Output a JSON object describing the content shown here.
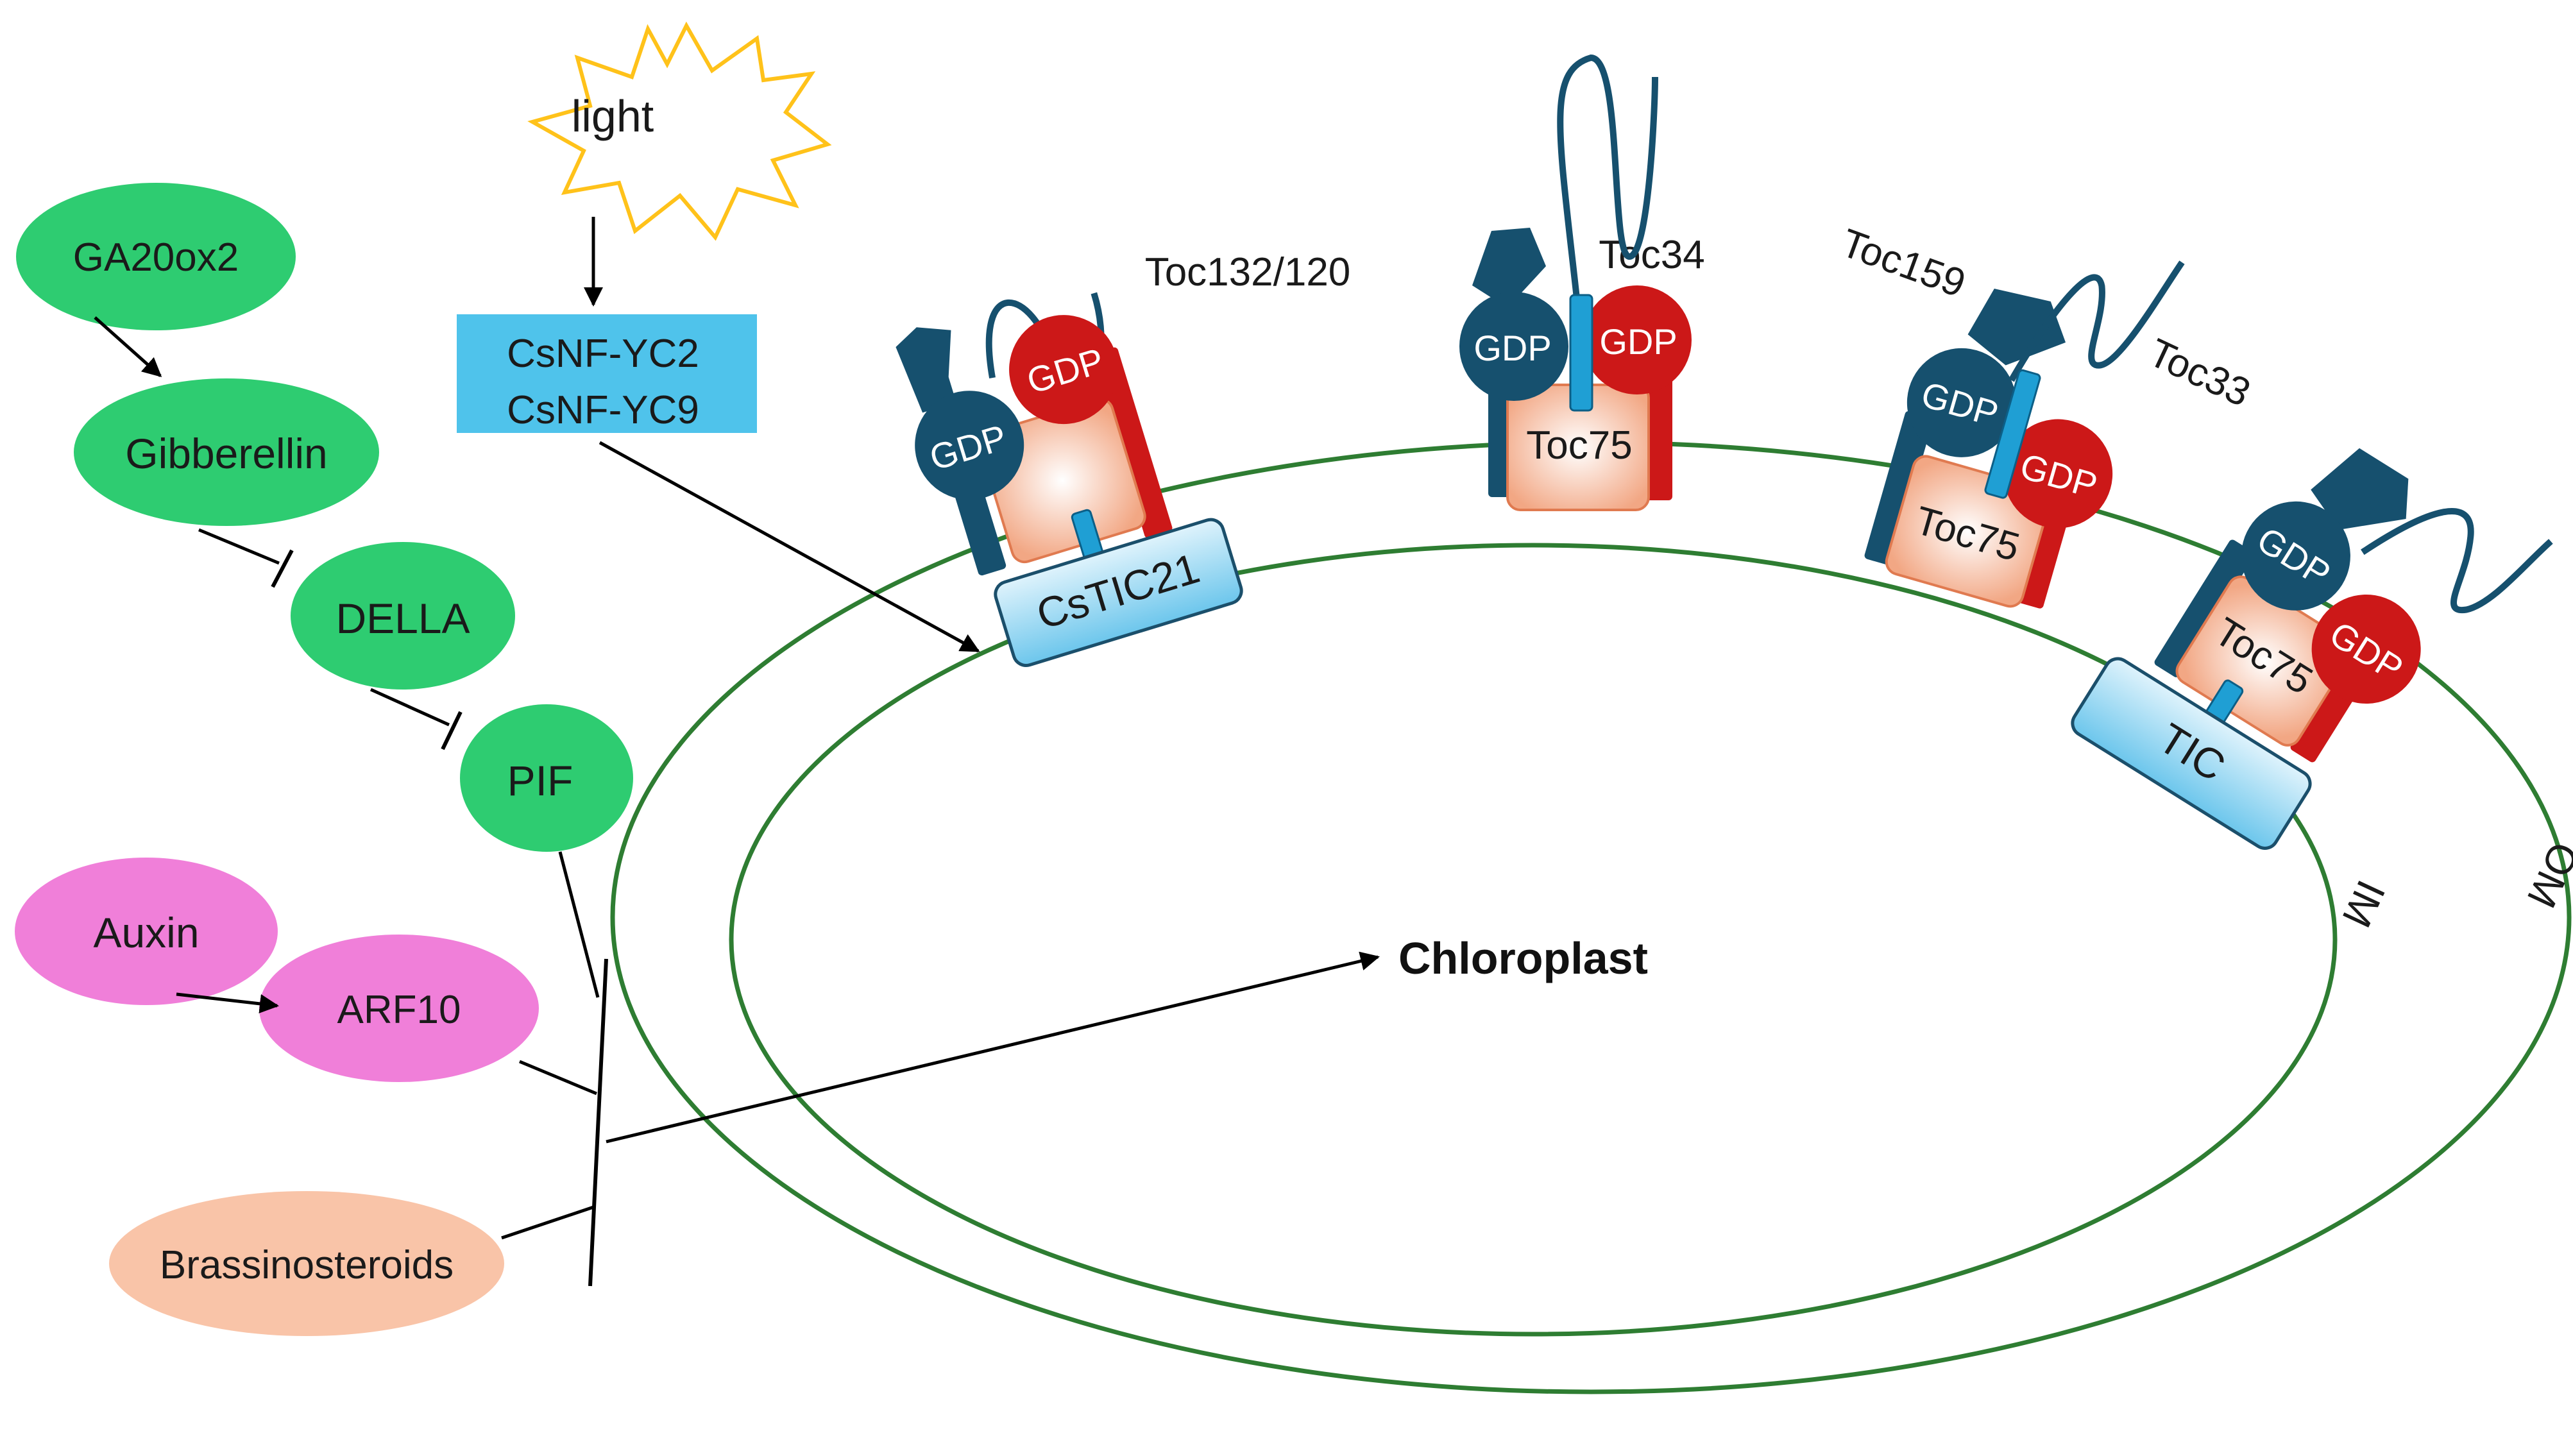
{
  "pathway": {
    "ga20ox2": "GA20ox2",
    "gibberellin": "Gibberellin",
    "della": "DELLA",
    "pif": "PIF",
    "auxin": "Auxin",
    "arf10": "ARF10",
    "brassinosteroids": "Brassinosteroids",
    "light": "light",
    "csnf_yc2": "CsNF-YC2",
    "csnf_yc9": "CsNF-YC9"
  },
  "chloroplast": {
    "label": "Chloroplast",
    "inner_membrane": "IM",
    "outer_membrane": "OM"
  },
  "complexes": {
    "c1": {
      "gdp_blue": "GDP",
      "gdp_red": "GDP",
      "tic": "CsTIC21"
    },
    "c2": {
      "label_left": "Toc132/120",
      "label_right": "Toc34",
      "gdp_blue": "GDP",
      "gdp_red": "GDP",
      "barrel": "Toc75"
    },
    "c3": {
      "label_left": "Toc159",
      "label_right": "Toc33",
      "gdp_blue": "GDP",
      "gdp_red": "GDP",
      "barrel": "Toc75"
    },
    "c4": {
      "gdp_blue": "GDP",
      "gdp_red": "GDP",
      "barrel": "Toc75",
      "tic": "TIC"
    }
  },
  "colors": {
    "green_node": "#2ecc71",
    "pink_node": "#f07fd9",
    "salmon_node": "#f9c4a8",
    "cyan_box": "#4fc3eb",
    "membrane": "#2e7d32",
    "toc_blue": "#16506e",
    "gdp_red": "#cc1818",
    "tic_light": "#bfe6f7"
  }
}
